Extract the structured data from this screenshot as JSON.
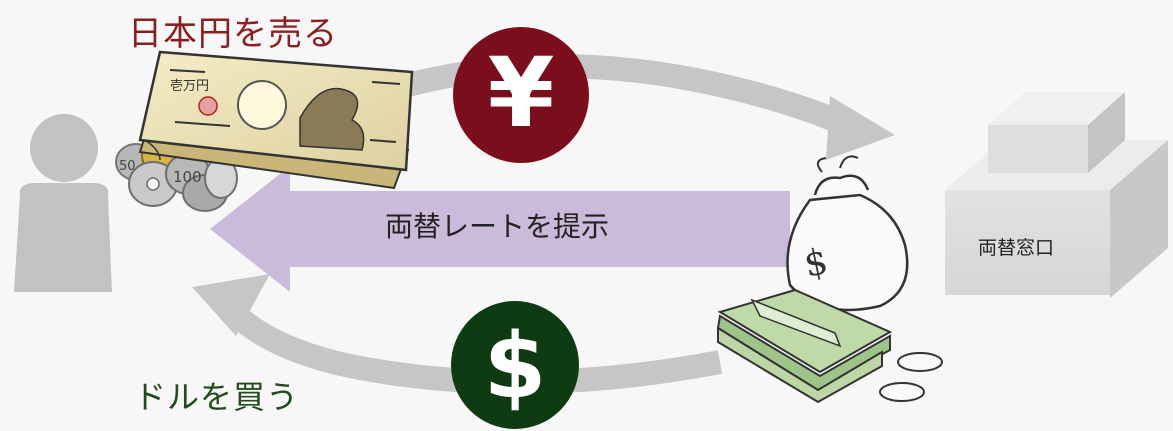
{
  "labels": {
    "sell_yen": "日本円を売る",
    "buy_dollar": "ドルを買う",
    "rate_offer": "両替レートを提示",
    "exchange_counter": "両替窓口"
  },
  "symbols": {
    "yen": "¥",
    "dollar": "$"
  },
  "banknote": {
    "denomination": "壱万円"
  },
  "coins": [
    "50",
    "100"
  ],
  "colors": {
    "yen_circle": "#7a0e1c",
    "dollar_circle": "#0f3b12",
    "sell_text": "#8a1f22",
    "buy_text": "#1f4d1c",
    "rate_arrow": "#cbbbdb",
    "cycle_arrow": "#c6c6c6",
    "person": "#c2c2c2",
    "counter_box": "#dcdcdc"
  }
}
